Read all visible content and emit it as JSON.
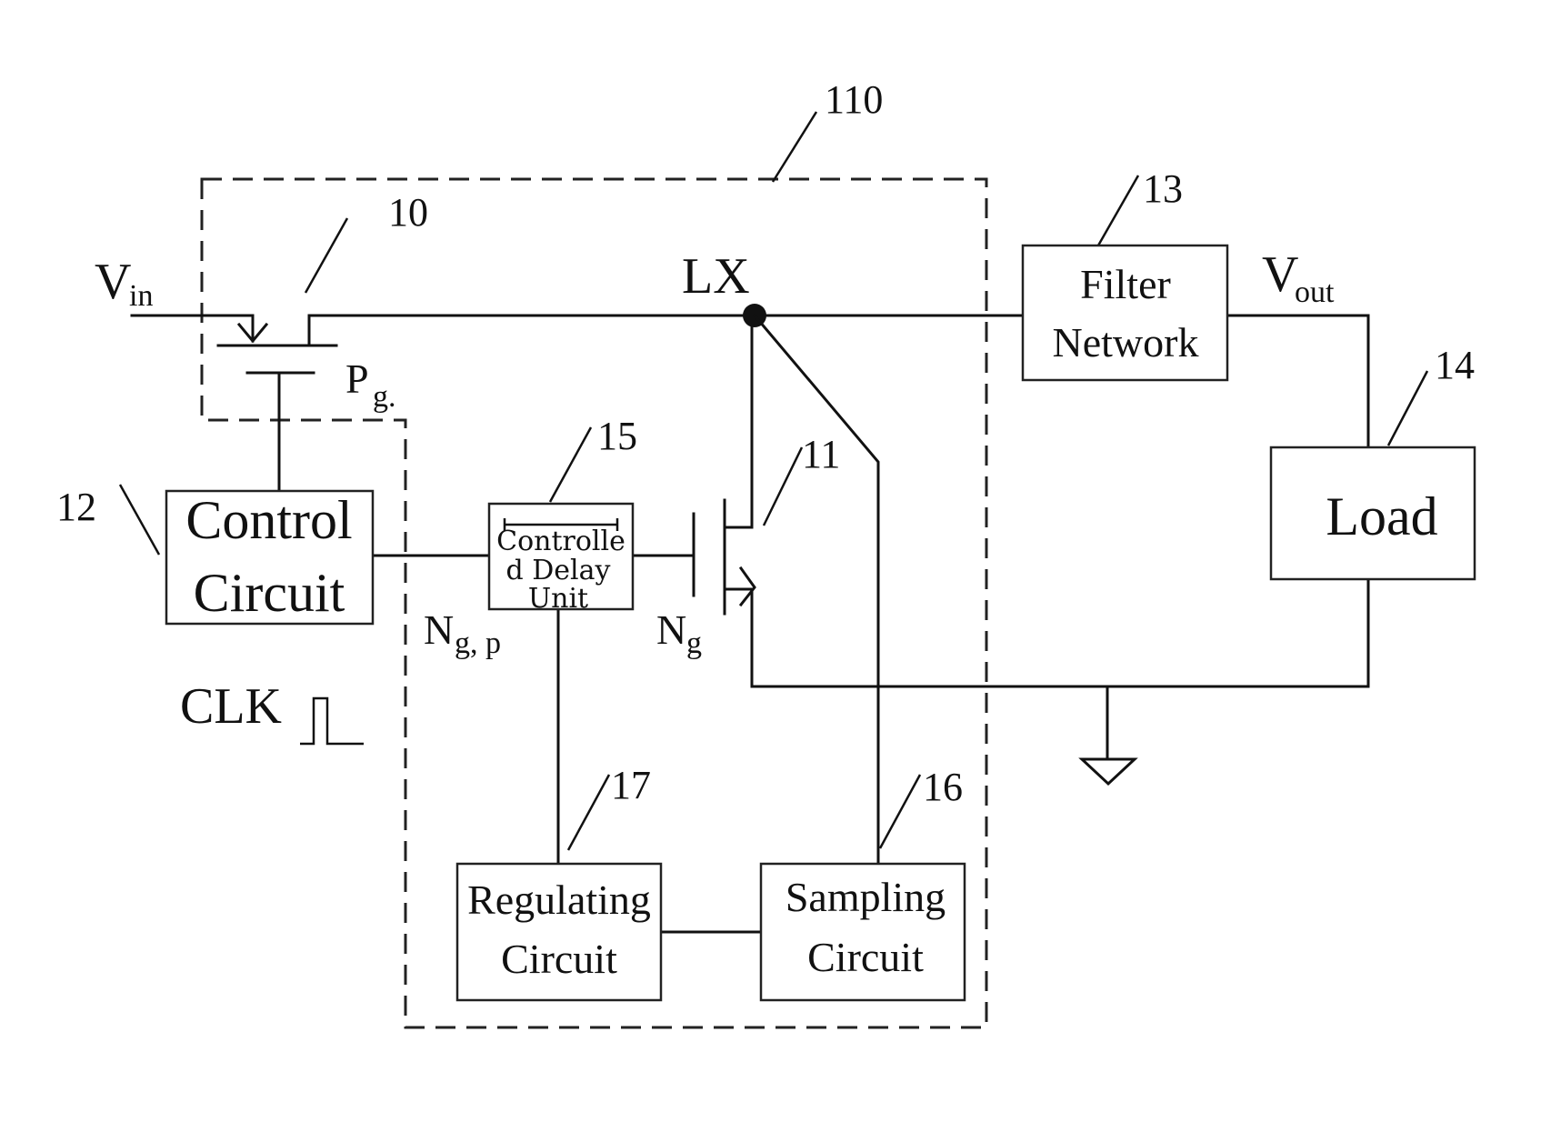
{
  "title": "",
  "labels": {
    "vin": "V",
    "vin_sub": "in",
    "vout": "V",
    "vout_sub": "out",
    "lx": "LX",
    "pg": "P",
    "pg_sub": "g.",
    "ngp": "N",
    "ngp_sub": "g, p",
    "ng": "N",
    "ng_sub": "g",
    "clk": "CLK"
  },
  "blocks": {
    "control_l1": "Control",
    "control_l2": "Circuit",
    "delay_l1": "Controlle",
    "delay_l2": "d Delay",
    "delay_l3": "Unit",
    "filter_l1": "Filter",
    "filter_l2": "Network",
    "load": "Load",
    "regulating_l1": "Regulating",
    "regulating_l2": "Circuit",
    "sampling_l1": "Sampling",
    "sampling_l2": "Circuit"
  },
  "refs": {
    "r10": "10",
    "r11": "11",
    "r12": "12",
    "r13": "13",
    "r14": "14",
    "r15": "15",
    "r16": "16",
    "r17": "17",
    "r110": "110"
  }
}
